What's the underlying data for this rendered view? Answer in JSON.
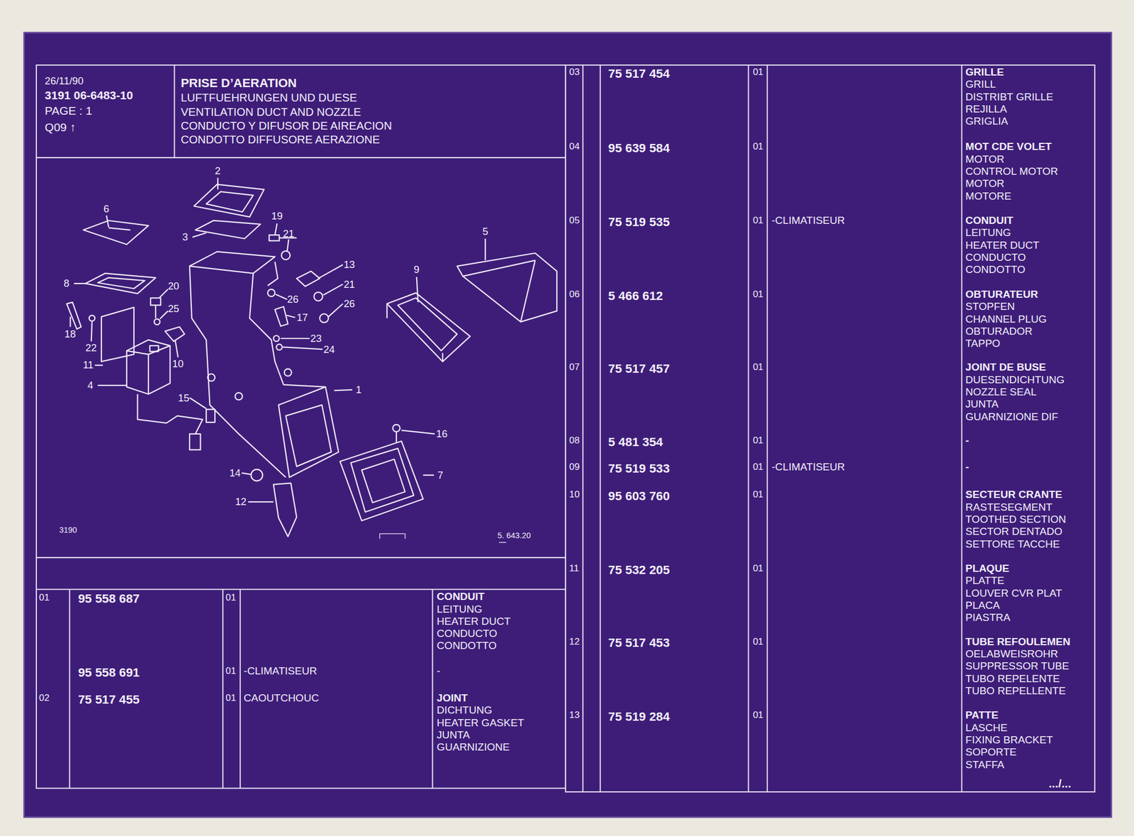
{
  "diagram": {
    "title": "PRISE D’AERATION",
    "labels": [
      "26/11/90",
      "3191 06-6483-10",
      "PAGE : 1",
      "Q09 ↑",
      "LUFTFUEHRUNGEN UND DUESE",
      "VENTILATION DUCT AND NOZZLE",
      "CONDUCTO Y DIFUSOR DE AIREACION",
      "CONDOTTO DIFFUSORE AERAZIONE",
      "2",
      "6",
      "19",
      "21",
      "3",
      "5",
      "13",
      "9",
      "8",
      "20",
      "21",
      "26",
      "26",
      "25",
      "17",
      "18",
      "23",
      "22",
      "24",
      "11",
      "10",
      "4",
      "1",
      "15",
      "16",
      "7",
      "14",
      "12",
      "3190",
      "5. 643.20",
      "01",
      "95 558 687",
      "01",
      "CONDUIT",
      "LEITUNG",
      "HEATER DUCT",
      "CONDUCTO",
      "CONDOTTO",
      "95 558 691",
      "01",
      "-CLIMATISEUR",
      "-",
      "02",
      "75 517 455",
      "01",
      "CAOUTCHOUC",
      "JOINT",
      "DICHTUNG",
      "HEATER GASKET",
      "JUNTA",
      "GUARNIZIONE",
      "03",
      "75 517 454",
      "01",
      "GRILLE",
      "GRILL",
      "DISTRIBT GRILLE",
      "REJILLA",
      "GRIGLIA",
      "04",
      "95 639 584",
      "01",
      "MOT CDE VOLET",
      "MOTOR",
      "CONTROL MOTOR",
      "MOTOR",
      "MOTORE",
      "05",
      "75 519 535",
      "01",
      "-CLIMATISEUR",
      "CONDUIT",
      "LEITUNG",
      "HEATER DUCT",
      "CONDUCTO",
      "CONDOTTO",
      "06",
      "5 466 612",
      "01",
      "OBTURATEUR",
      "STOPFEN",
      "CHANNEL PLUG",
      "OBTURADOR",
      "TAPPO",
      "07",
      "75 517 457",
      "01",
      "JOINT DE BUSE",
      "DUESENDICHTUNG",
      "NOZZLE SEAL",
      "JUNTA",
      "GUARNIZIONE DIF",
      "08",
      "5 481 354",
      "01",
      "-",
      "09",
      "75 519 533",
      "01",
      "-CLIMATISEUR",
      "-",
      "10",
      "95 603 760",
      "01",
      "SECTEUR CRANTE",
      "RASTESEGMENT",
      "TOOTHED SECTION",
      "SECTOR DENTADO",
      "SETTORE TACCHE",
      "11",
      "75 532 205",
      "01",
      "PLAQUE",
      "PLATTE",
      "LOUVER CVR PLAT",
      "PLACA",
      "PIASTRA",
      "12",
      "75 517 453",
      "01",
      "TUBE REFOULEMEN",
      "OELABWEISROHR",
      "SUPPRESSOR TUBE",
      "TUBO REPELENTE",
      "TUBO REPELLENTE",
      "13",
      "75 519 284",
      "01",
      "PATTE",
      "LASCHE",
      "FIXING BRACKET",
      "SOPORTE",
      "STAFFA",
      ".../..."
    ]
  }
}
